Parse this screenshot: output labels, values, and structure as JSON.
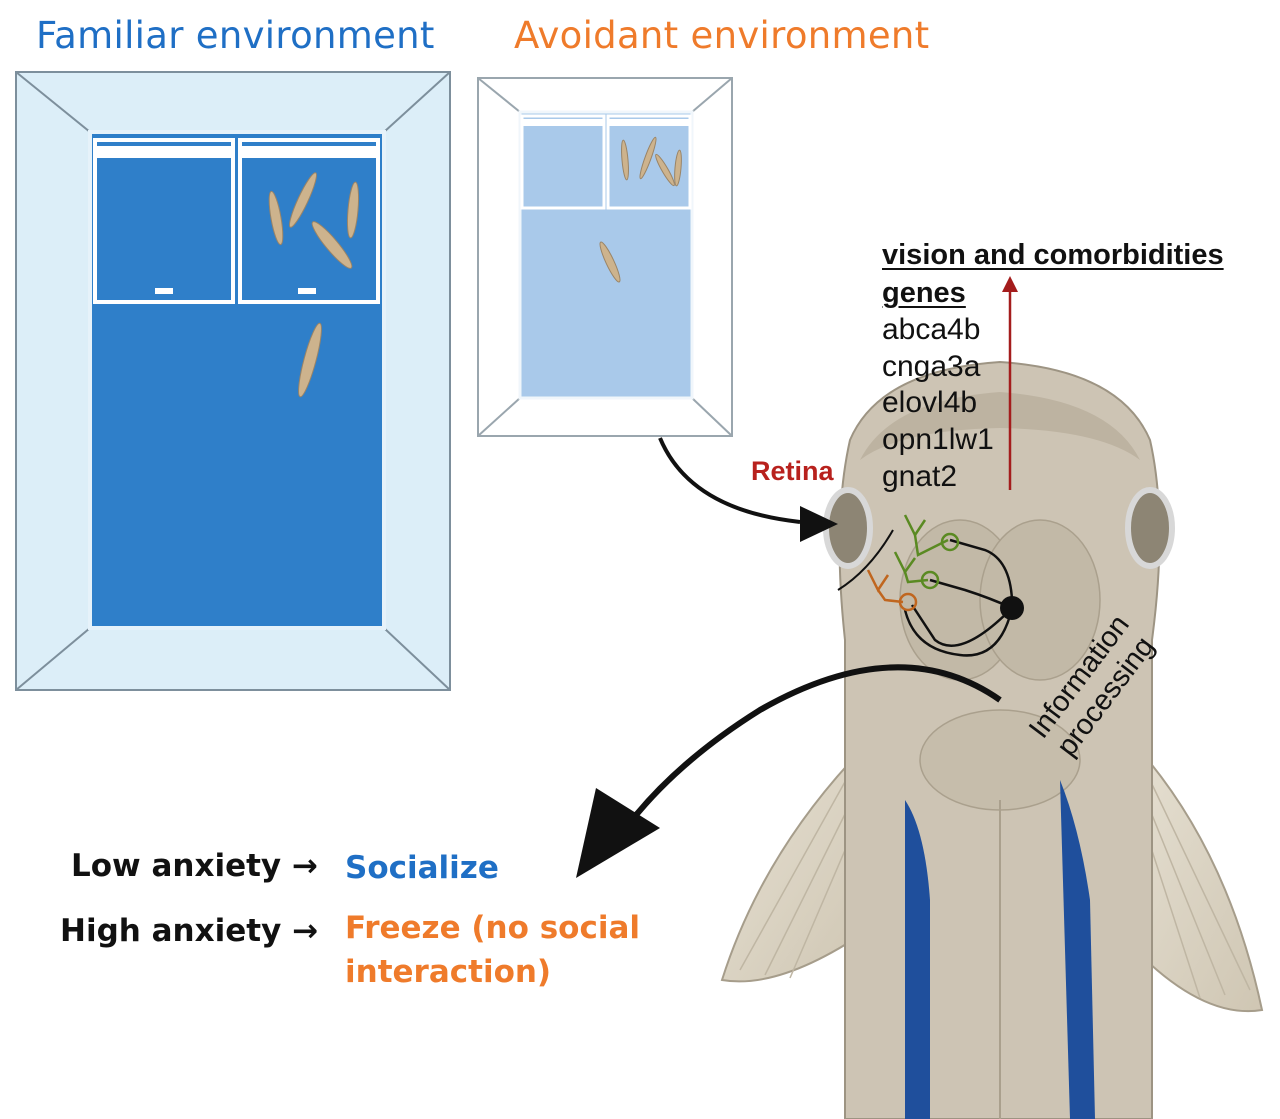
{
  "titles": {
    "familiar": "Familiar environment",
    "avoidant": "Avoidant environment"
  },
  "genes": {
    "header_line1": "vision and comorbidities",
    "header_line2": "genes",
    "items": [
      "abca4b",
      "cnga3a",
      "elovl4b",
      "opn1lw1",
      "gnat2"
    ]
  },
  "labels": {
    "retina": "Retina",
    "info_line1": "Information",
    "info_line2": "processing"
  },
  "outcomes": {
    "low_anxiety": "Low anxiety →",
    "low_result": "Socialize",
    "high_anxiety": "High anxiety →",
    "high_result_line1": "Freeze (no social",
    "high_result_line2": "interaction)"
  },
  "colors": {
    "familiar_blue": "#1f6fc5",
    "avoidant_orange": "#ef7b2b",
    "retina_red": "#b8211d",
    "tank_blue": "#2f7fc9",
    "tank_light": "#a9c9ea",
    "frame_light": "#dceef8",
    "fish_tan": "#cdc4b4"
  }
}
